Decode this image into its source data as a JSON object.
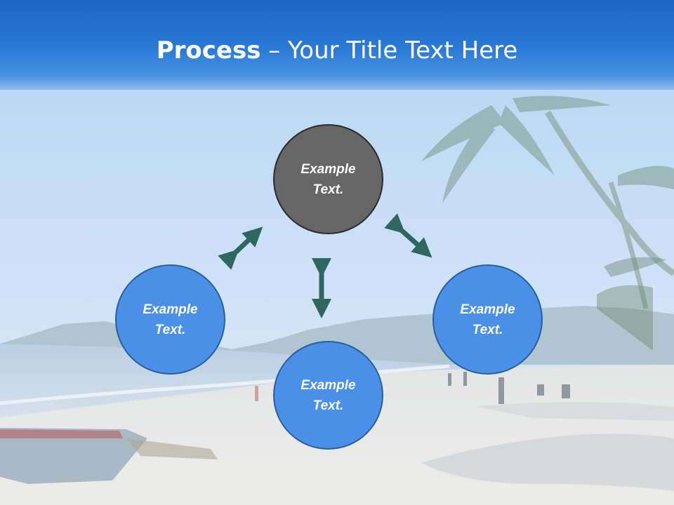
{
  "slide": {
    "title_bold": "Process",
    "title_rest": " – Your Title Text Here"
  },
  "nodes": {
    "top": {
      "line1": "Example",
      "line2": "Text.",
      "color": "#666666"
    },
    "left": {
      "line1": "Example",
      "line2": "Text.",
      "color": "#4a90e8"
    },
    "bottom": {
      "line1": "Example",
      "line2": "Text.",
      "color": "#4a90e8"
    },
    "right": {
      "line1": "Example",
      "line2": "Text.",
      "color": "#4a90e8"
    }
  },
  "colors": {
    "header": "#1d66c2",
    "arrow": "#2e6660"
  }
}
